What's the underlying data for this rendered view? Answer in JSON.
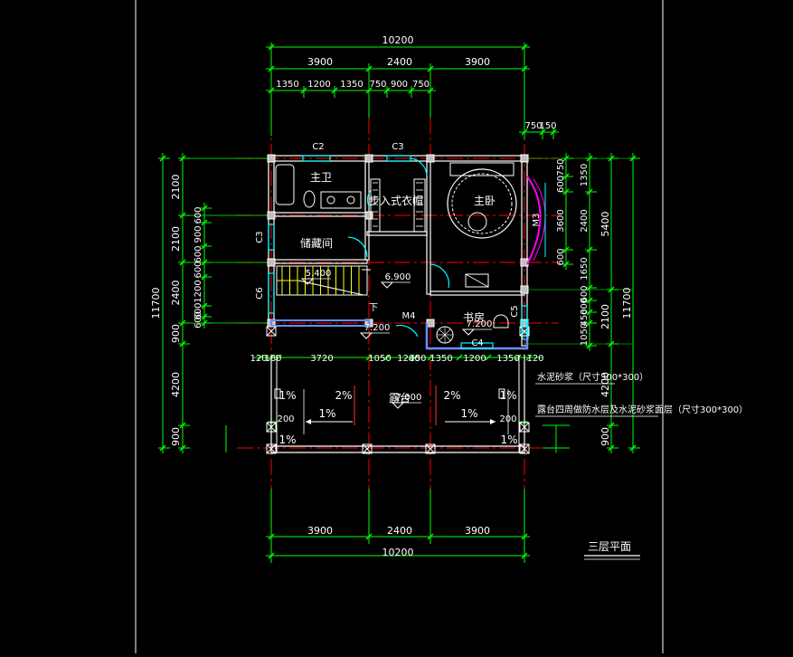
{
  "title": "三层平面",
  "colors": {
    "background": "#000000",
    "dimension": "#00ff00",
    "wall": "#ffffff",
    "axis": "#ff0000",
    "window": "#00ffff",
    "balcony": "#6a8cff",
    "door": "#00ffff",
    "bay": "#ff00ff",
    "text": "#ffffff"
  },
  "dims": {
    "top_total": "10200",
    "top_bays": [
      "3900",
      "2400",
      "3900"
    ],
    "top_detail": [
      "1350",
      "1200",
      "1350",
      "750",
      "900",
      "750"
    ],
    "right_small": [
      "750",
      "150"
    ],
    "bottom_bays": [
      "3900",
      "2400",
      "3900"
    ],
    "bottom_total": "10200",
    "left_total": "11700",
    "left_segments": [
      "2100",
      "2100",
      "2400",
      "900",
      "4200",
      "900"
    ],
    "left_inner": [
      "600",
      "900",
      "600",
      "600",
      "1200",
      "600",
      "600"
    ],
    "right_total": "11700",
    "right_mid": [
      "5400",
      "2100",
      "4200",
      "900"
    ],
    "right_inner": [
      "1350",
      "2400",
      "1650",
      "600",
      "600",
      "450",
      "1050"
    ],
    "right_inner2": [
      "750",
      "600",
      "3600",
      "600"
    ],
    "mid_row": [
      "120",
      "180",
      "3720",
      "1050",
      "1200",
      "150",
      "1350",
      "1200",
      "1350",
      "120"
    ],
    "balcony_side": [
      "200",
      "200"
    ]
  },
  "rooms": {
    "master_bath": "主卫",
    "walk_in": "步入式衣帽",
    "master_bed": "主卧",
    "storage": "储藏间",
    "study": "书房",
    "balcony": "露台"
  },
  "levels": {
    "stair": "5.400",
    "hall": "6.900",
    "landing": "7.200",
    "study": "7.200",
    "balcony": "7.000"
  },
  "labels": {
    "c2": "C2",
    "c3_top": "C3",
    "c3_left": "C3",
    "c6": "C6",
    "c5": "C5",
    "c4": "C4",
    "m3": "M3",
    "m4": "M4",
    "down": "下"
  },
  "slopes": [
    "1%",
    "2%",
    "1%",
    "2%",
    "1%",
    "1%",
    "1%"
  ],
  "notes": [
    "水泥砂浆（尺寸300*300）",
    "露台四周做防水层及水泥砂浆面层（尺寸300*300）"
  ]
}
